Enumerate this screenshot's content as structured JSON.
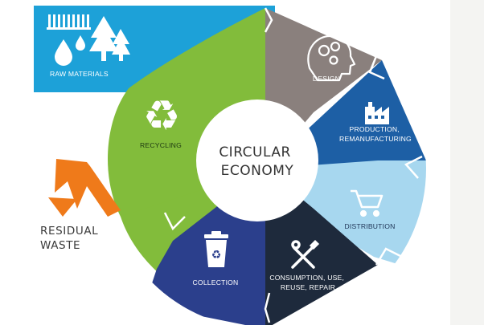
{
  "diagram": {
    "center_title": [
      "CIRCULAR",
      "ECONOMY"
    ],
    "raw_materials": {
      "label": "RAW MATERIALS"
    },
    "residual_waste": {
      "label": [
        "RESIDUAL",
        "WASTE"
      ]
    },
    "stages": [
      {
        "id": "design",
        "label": [
          "DESIGN"
        ],
        "color": "#8a807d",
        "icon": "head-gears-icon"
      },
      {
        "id": "production",
        "label": [
          "PRODUCTION,",
          "REMANUFACTURING"
        ],
        "color": "#1d5fa5",
        "icon": "factory-icon"
      },
      {
        "id": "distribution",
        "label": [
          "DISTRIBUTION"
        ],
        "color": "#a7d7ef",
        "icon": "shopping-cart-icon"
      },
      {
        "id": "consumption",
        "label": [
          "CONSUMPTION, USE,",
          "REUSE, REPAIR"
        ],
        "color": "#1e2a3c",
        "icon": "tools-icon"
      },
      {
        "id": "collection",
        "label": [
          "COLLECTION"
        ],
        "color": "#2b3f8c",
        "icon": "recycle-bin-icon"
      },
      {
        "id": "recycling",
        "label": [
          "RECYCLING"
        ],
        "color": "#82bc3b",
        "icon": "recycle-icon"
      }
    ],
    "colors": {
      "raw_materials_bg": "#1da1d8",
      "waste_arrow": "#ef7a1a",
      "center_circle": "#ffffff"
    }
  }
}
